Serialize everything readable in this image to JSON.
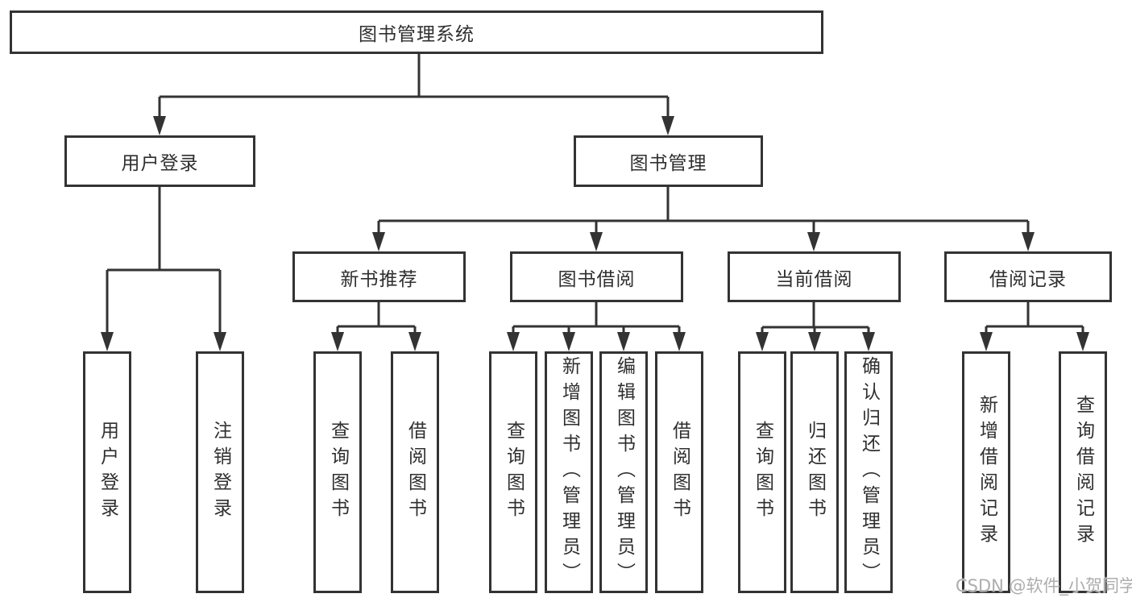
{
  "tree": {
    "root": {
      "label": "图书管理系统"
    },
    "branches": [
      {
        "label": "用户登录",
        "children": [
          {
            "label": "用户登录"
          },
          {
            "label": "注销登录"
          }
        ]
      },
      {
        "label": "图书管理",
        "children": [
          {
            "label": "新书推荐",
            "children": [
              {
                "label": "查询图书"
              },
              {
                "label": "借阅图书"
              }
            ]
          },
          {
            "label": "图书借阅",
            "children": [
              {
                "label": "查询图书"
              },
              {
                "label": "新增图书（管理员）"
              },
              {
                "label": "编辑图书（管理员）"
              },
              {
                "label": "借阅图书"
              }
            ]
          },
          {
            "label": "当前借阅",
            "children": [
              {
                "label": "查询图书"
              },
              {
                "label": "归还图书"
              },
              {
                "label": "确认归还（管理员）"
              }
            ]
          },
          {
            "label": "借阅记录",
            "children": [
              {
                "label": "新增借阅记录"
              },
              {
                "label": "查询借阅记录"
              }
            ]
          }
        ]
      }
    ]
  },
  "watermark": {
    "text": "CSDN @软件_小贺同学"
  },
  "colors": {
    "line": "#333333",
    "text": "#2f2f2f",
    "box_border": "#333333",
    "box_background": "#ffffff",
    "page_background": "#ffffff",
    "watermark": "#a9a9a9"
  }
}
